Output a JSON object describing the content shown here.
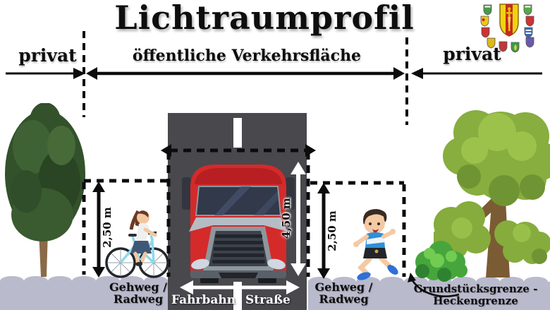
{
  "title": "Lichtraumprofil",
  "header": {
    "left_zone": "privat",
    "center_zone": "öffentliche Verkehrsfläche",
    "right_zone": "privat"
  },
  "measurements": {
    "left_height": "2,50 m",
    "clearance_height": "4,50 m",
    "right_height": "2,50 m"
  },
  "ground_labels": {
    "left_line1": "Gehweg /",
    "left_line2": "Radweg",
    "road_left": "Fahrbahn",
    "road_right": "Straße",
    "right_line1": "Gehweg /",
    "right_line2": "Radweg"
  },
  "boundary_note": {
    "line1": "Grundstücksgrenze -",
    "line2": "Heckengrenze"
  },
  "icons": {
    "left_tree": "realistic-tree-icon",
    "right_tree": "cartoon-tree-icon",
    "bush": "hedge-bush-icon",
    "truck": "truck-front-icon",
    "cyclist": "cyclist-icon",
    "runner": "runner-icon",
    "crest": "municipal-coat-of-arms-icon"
  },
  "colors": {
    "road": "#48484d",
    "ground": "#b9bacc",
    "truck_red": "#d42a2a",
    "arrow_black": "#0c0c0c",
    "arrow_white": "#ffffff",
    "cartoon_green": "#87ae3e",
    "realistic_green": "#33512b"
  }
}
